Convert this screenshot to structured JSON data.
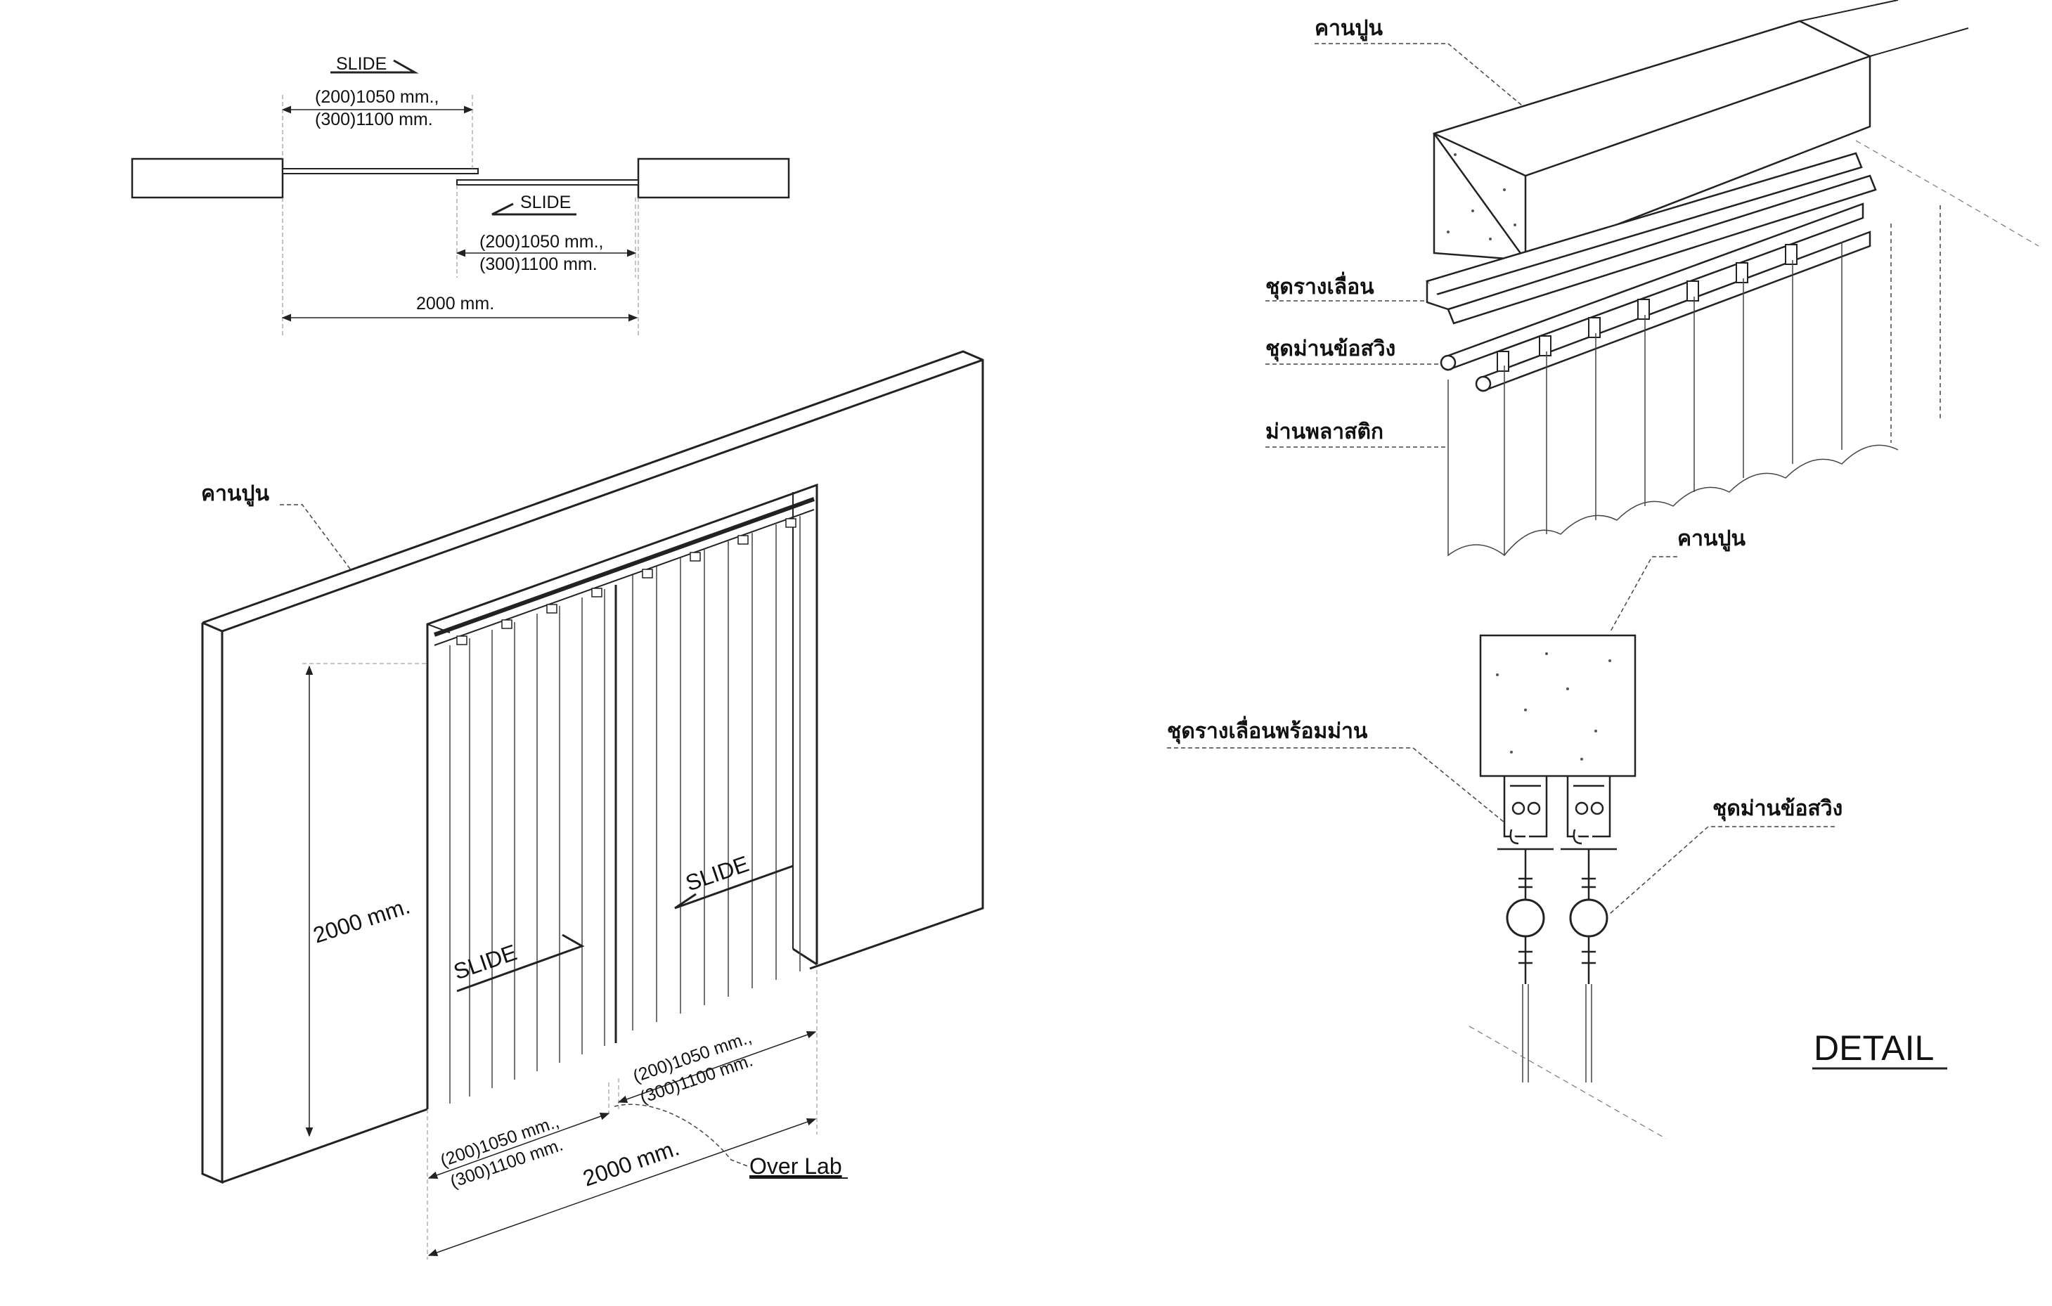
{
  "plan_view": {
    "slide_top": "SLIDE",
    "slide_bottom": "SLIDE",
    "leaf_dim_top_1": "(200)1050 mm.,",
    "leaf_dim_top_2": "(300)1100 mm.",
    "leaf_dim_bottom_1": "(200)1050 mm.,",
    "leaf_dim_bottom_2": "(300)1100 mm.",
    "total_width": "2000 mm."
  },
  "iso_view": {
    "beam_label": "คานปูน",
    "height": "2000 mm.",
    "slide_left": "SLIDE",
    "slide_right": "SLIDE",
    "leaf_right_1": "(200)1050 mm.,",
    "leaf_right_2": "(300)1100 mm.",
    "leaf_left_1": "(200)1050 mm.,",
    "leaf_left_2": "(300)1100 mm.",
    "total_width": "2000 mm.",
    "overlap": "Over Lab"
  },
  "detail_iso": {
    "beam_label": "คานปูน",
    "rail_label": "ชุดรางเลื่อน",
    "hanger_label": "ชุดม่านข้อสวิง",
    "curtain_label": "ม่านพลาสติก"
  },
  "detail_section": {
    "beam_label": "คานปูน",
    "rail_curtain_label": "ชุดรางเลื่อนพร้อมม่าน",
    "hanger_label": "ชุดม่านข้อสวิง",
    "title": "DETAIL"
  }
}
